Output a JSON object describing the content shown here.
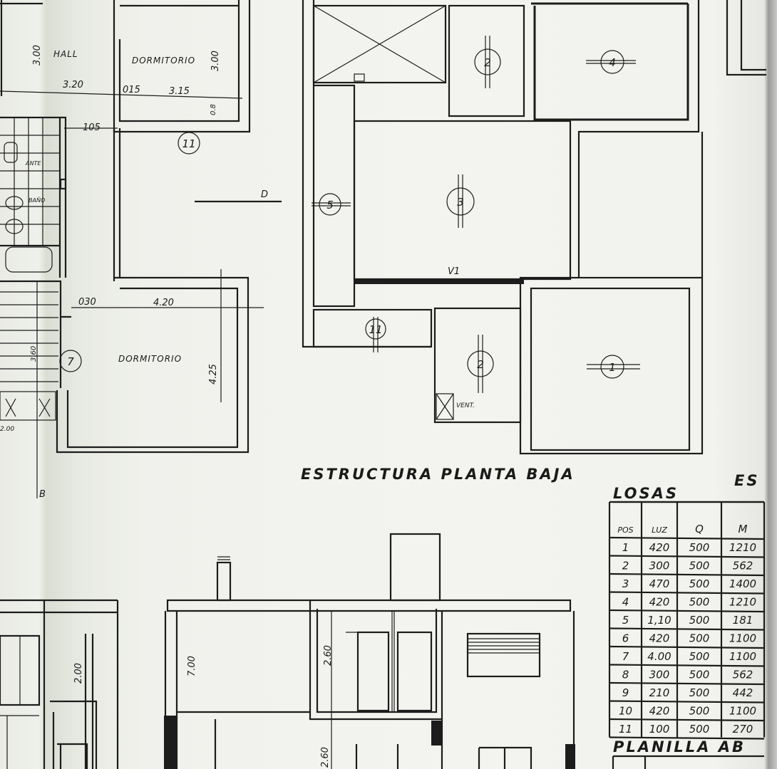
{
  "plan": {
    "rooms": {
      "hall": "HALL",
      "dormitorio_top": "DORMITORIO",
      "dormitorio_bottom": "DORMITORIO",
      "ante": "ANTE",
      "bano": "BAÑO"
    },
    "dimensions": {
      "hall_height": "3.00",
      "width_left": "3.20",
      "wall_015": "015",
      "width_right": "3.15",
      "dorm_height": "3.00",
      "small_08": "0.8",
      "wall_105": "105",
      "wall_030": "030",
      "dorm_width": "4.20",
      "dorm_depth": "4.25",
      "stair_dim": "3.60",
      "bottom_left": "2.00"
    },
    "section_mark": "D",
    "section_mark_b": "B",
    "slab_markers": {
      "left_11": "11",
      "left_7": "7"
    }
  },
  "structure": {
    "title": "ESTRUCTURA PLANTA BAJA",
    "title_next": "ES",
    "beam_label": "V1",
    "vent_label": "VENT.",
    "slabs": [
      "1",
      "2",
      "3",
      "4",
      "5",
      "11",
      "2"
    ]
  },
  "losas_table": {
    "title": "LOSAS",
    "headers": [
      "POS",
      "LUZ",
      "Q",
      "M"
    ],
    "rows": [
      [
        "1",
        "420",
        "500",
        "1210"
      ],
      [
        "2",
        "300",
        "500",
        "562"
      ],
      [
        "3",
        "470",
        "500",
        "1400"
      ],
      [
        "4",
        "420",
        "500",
        "1210"
      ],
      [
        "5",
        "1,10",
        "500",
        "181"
      ],
      [
        "6",
        "420",
        "500",
        "1100"
      ],
      [
        "7",
        "4.00",
        "500",
        "1100"
      ],
      [
        "8",
        "300",
        "500",
        "562"
      ],
      [
        "9",
        "210",
        "500",
        "442"
      ],
      [
        "10",
        "420",
        "500",
        "1100"
      ],
      [
        "11",
        "100",
        "500",
        "270"
      ]
    ]
  },
  "planilla_title": "PLANILLA AB",
  "elevation": {
    "height_left": "7.00",
    "height_mid": "2.60",
    "height_far_left": "2.00",
    "height_bottom": "2.60"
  }
}
